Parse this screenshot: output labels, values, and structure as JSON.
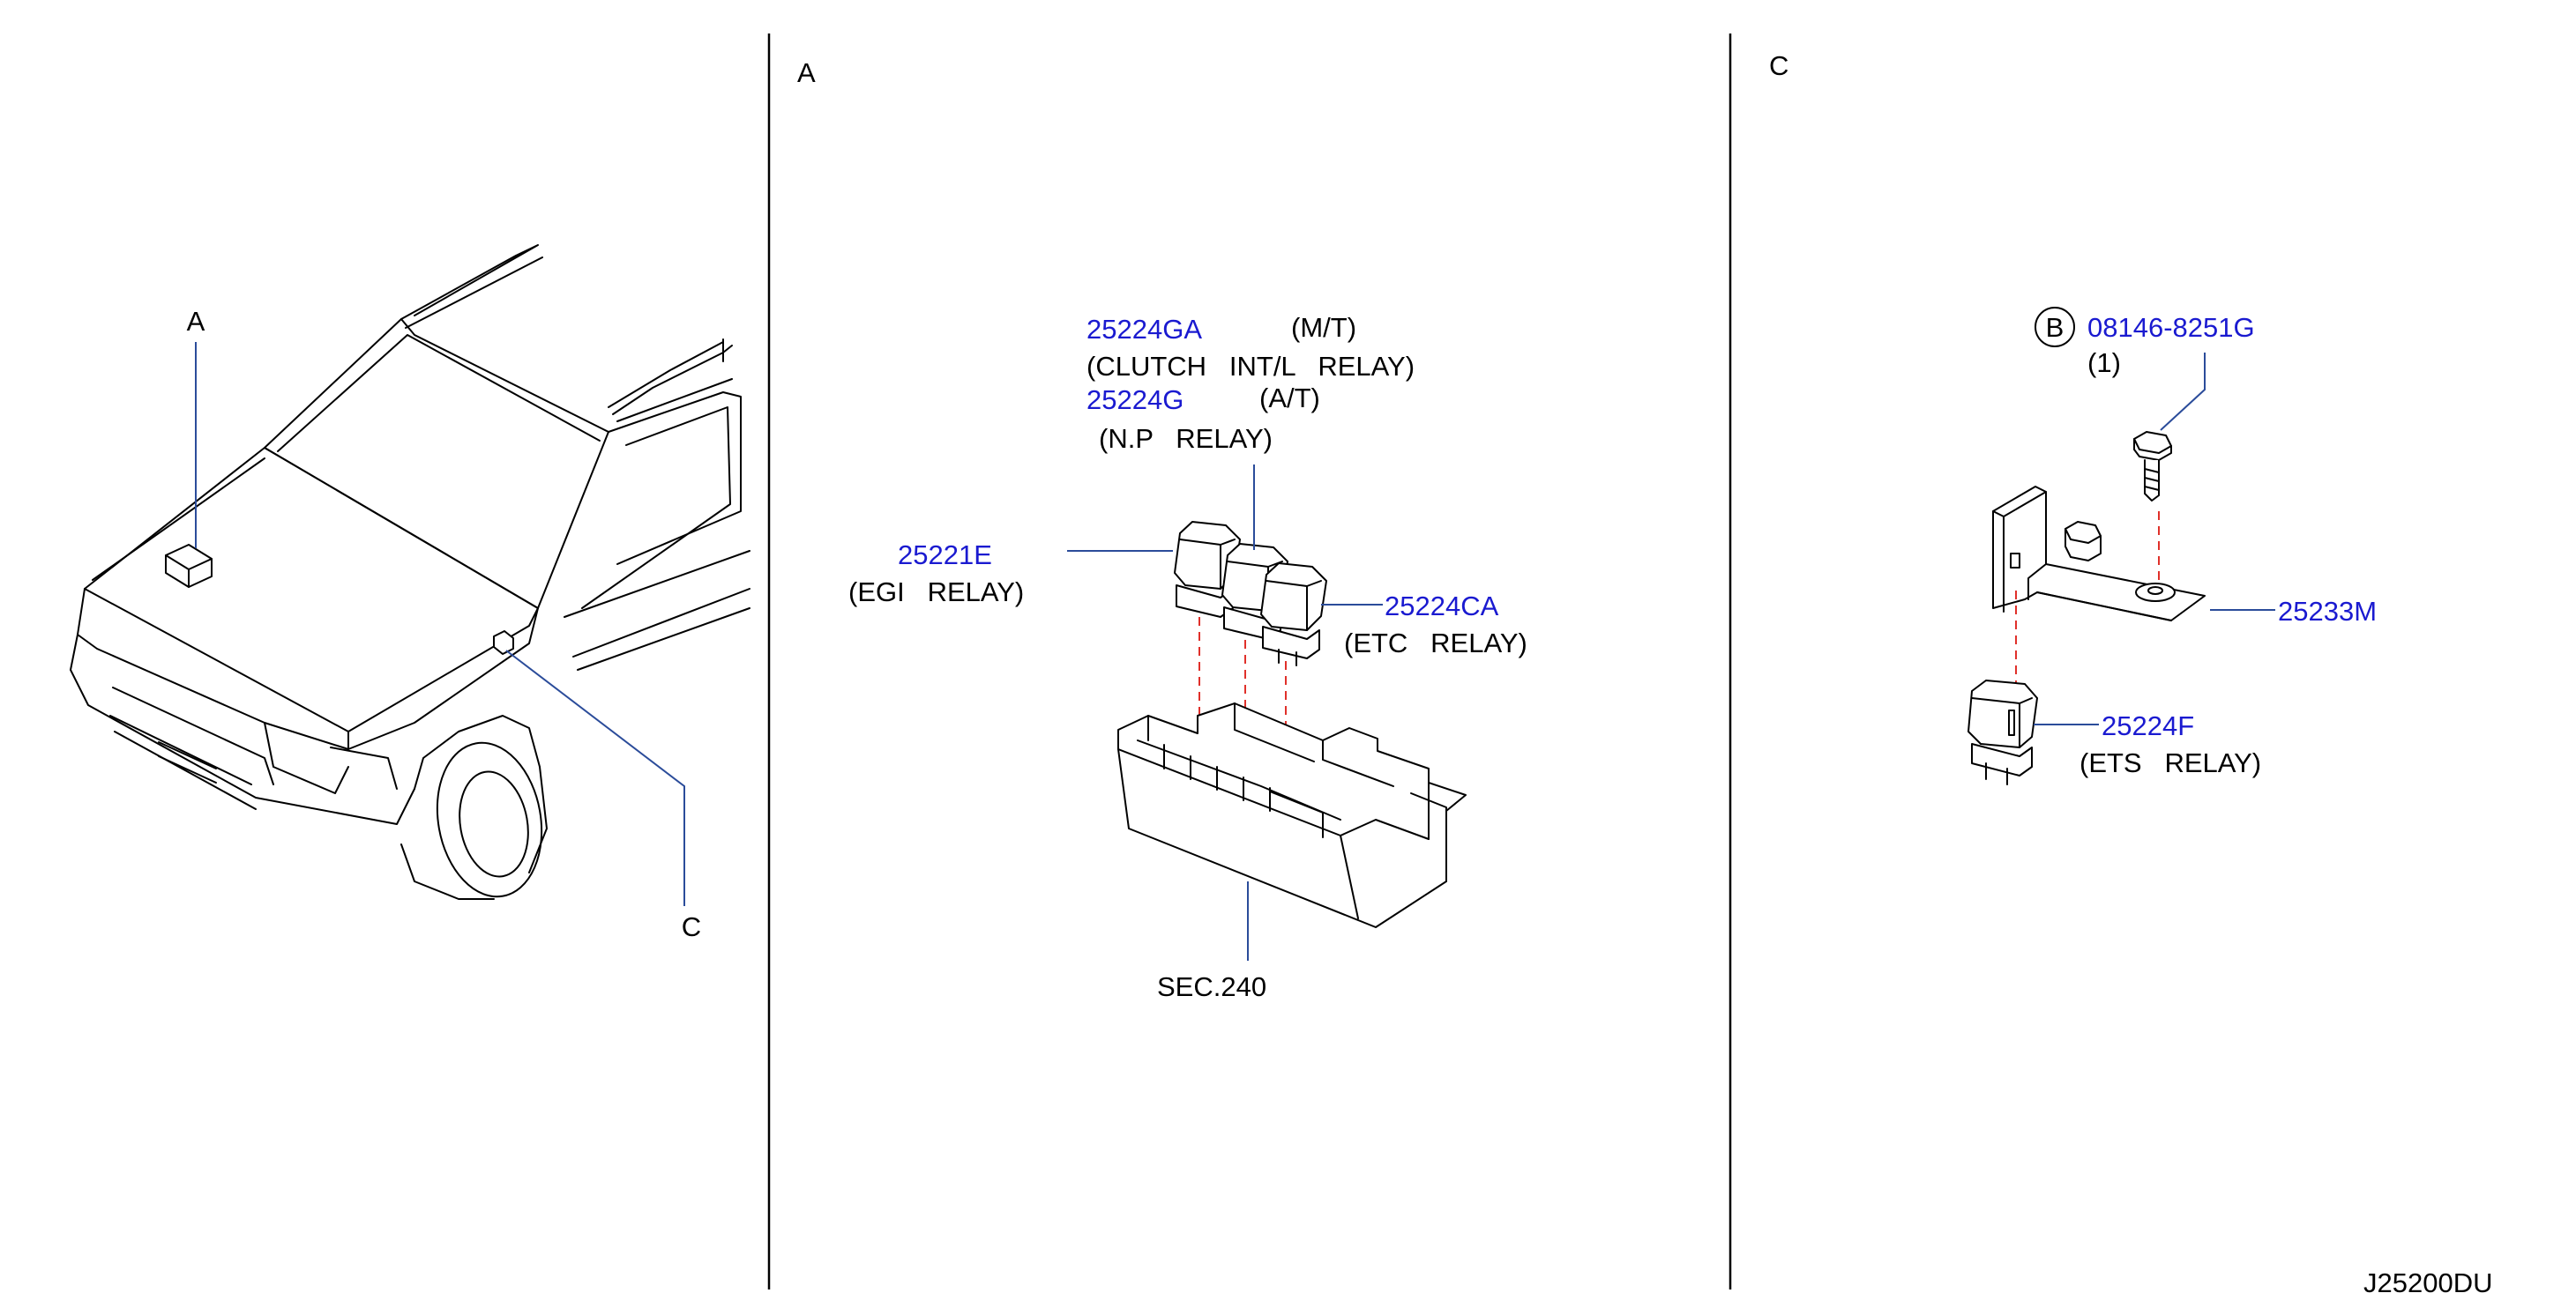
{
  "section_labels": {
    "overview_a": "A",
    "overview_c": "C",
    "panel_a": "A",
    "panel_c": "C"
  },
  "panel_a": {
    "clutch_part": "25224GA",
    "clutch_note": "(M/T)",
    "clutch_desc": "(CLUTCH   INT/L   RELAY)",
    "np_part": "25224G",
    "np_note": "(A/T)",
    "np_desc": "(N.P   RELAY)",
    "egi_part": "25221E",
    "egi_desc": "(EGI   RELAY)",
    "etc_part": "25224CA",
    "etc_desc": "(ETC   RELAY)",
    "section_ref": "SEC.240"
  },
  "panel_c": {
    "bolt_marker": "B",
    "bolt_part": "08146-8251G",
    "bolt_qty": "(1)",
    "bracket_part": "25233M",
    "ets_part": "25224F",
    "ets_desc": "(ETS   RELAY)"
  },
  "diagram_code": "J25200DU",
  "colors": {
    "part_number": "#1a1ad0",
    "leader_line": "#2b4c9a",
    "phantom_line": "#e0302a",
    "outline": "#000000"
  }
}
